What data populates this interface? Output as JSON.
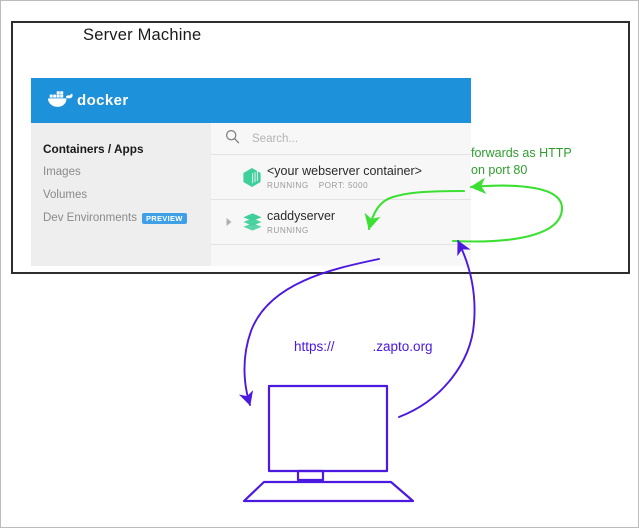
{
  "diagram": {
    "title": "Server Machine",
    "colors": {
      "docker_blue": "#1d91d9",
      "arrow_green": "#3ce033",
      "text_green": "#2f9e2f",
      "arrow_purple": "#4b19e0",
      "container_icon_green": "#3ecf9a",
      "badge_blue": "#3fa0e8"
    }
  },
  "docker": {
    "brand": "docker",
    "sidebar": {
      "items": [
        {
          "label": "Containers / Apps",
          "active": true,
          "badge": ""
        },
        {
          "label": "Images",
          "active": false,
          "badge": ""
        },
        {
          "label": "Volumes",
          "active": false,
          "badge": ""
        },
        {
          "label": "Dev Environments",
          "active": false,
          "badge": "PREVIEW"
        }
      ]
    },
    "search": {
      "placeholder": "Search...",
      "value": ""
    },
    "containers": [
      {
        "name": "<your webserver container>",
        "status": "RUNNING",
        "port": "PORT: 5000",
        "icon": "container-hexagon-icon",
        "expandable": false
      },
      {
        "name": "caddyserver",
        "status": "RUNNING",
        "port": "",
        "icon": "stack-layers-icon",
        "expandable": true
      }
    ]
  },
  "annotations": {
    "green_note_line1": "forwards as HTTP",
    "green_note_line2": "on port 80",
    "url_prefix": "https://",
    "url_suffix": ".zapto.org"
  }
}
